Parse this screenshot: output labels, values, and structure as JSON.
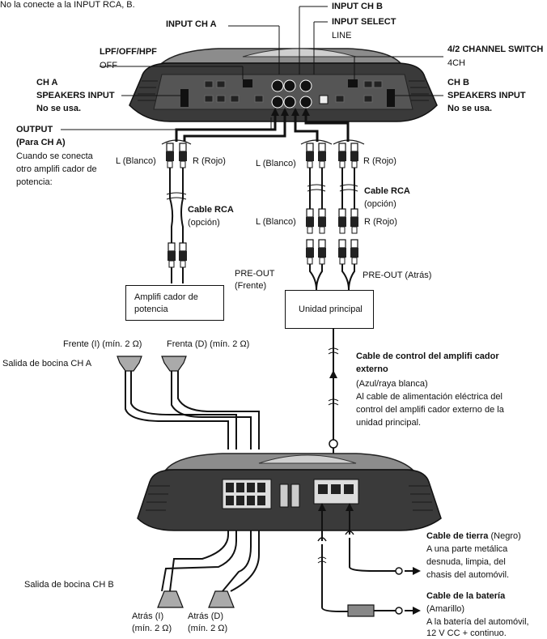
{
  "top_note": "No la conecte a la INPUT RCA, B.",
  "labels": {
    "input_ch_a": "INPUT CH A",
    "input_ch_b": "INPUT CH B",
    "input_select": "INPUT SELECT",
    "input_select_value": "LINE",
    "lpf": "LPF/OFF/HPF",
    "lpf_value": "OFF",
    "channel_switch": "4/2 CHANNEL SWITCH",
    "channel_switch_value": "4CH",
    "ch_a": "CH A",
    "speakers_input_a": "SPEAKERS INPUT",
    "no_se_usa_a": "No se usa.",
    "ch_b": "CH B",
    "speakers_input_b": "SPEAKERS INPUT",
    "no_se_usa_b": "No se usa.",
    "output": "OUTPUT",
    "para_ch_a": "(Para CH A)",
    "cuando_1": "Cuando se conecta",
    "cuando_2": "otro amplifi cador de",
    "cuando_3": "potencia:",
    "l_blanco_1": "L (Blanco)",
    "r_rojo_1": "R (Rojo)",
    "l_blanco_2": "L (Blanco)",
    "r_rojo_2": "R (Rojo)",
    "l_blanco_3": "L (Blanco)",
    "r_rojo_3": "R (Rojo)",
    "cable_rca_1": "Cable RCA",
    "opcion_1": "(opción)",
    "cable_rca_2": "Cable RCA",
    "opcion_2": "(opción)",
    "pre_out_1": "PRE-OUT",
    "frente": "(Frente)",
    "pre_out_atras": "PRE-OUT (Atrás)",
    "amp_box_1": "Amplifi cador de",
    "amp_box_2": "potencia",
    "unidad_principal": "Unidad principal",
    "frente_i": "Frente (I) (mín. 2 Ω)",
    "frente_d": "Frenta (D) (mín. 2 Ω)",
    "salida_a": "Salida de bocina CH A",
    "salida_b": "Salida de bocina CH B",
    "cable_control_1": "Cable de control del amplifi cador",
    "cable_control_2": "externo",
    "azul": "(Azul/raya blanca)",
    "ctrl_desc_1": "Al cable de alimentación eléctrica del",
    "ctrl_desc_2": "control del amplifi cador externo de la",
    "ctrl_desc_3": "unidad principal.",
    "tierra_title": "Cable de tierra",
    "tierra_color": " (Negro)",
    "tierra_1": "A una parte metálica",
    "tierra_2": "desnuda, limpia, del",
    "tierra_3": "chasis del automóvil.",
    "bateria_title": "Cable de la batería",
    "amarillo": "(Amarillo)",
    "bateria_1": "A la batería del automóvil,",
    "bateria_2": "12 V CC + continuo.",
    "atras_i_1": "Atrás (I)",
    "atras_i_2": "(mín. 2 Ω)",
    "atras_d_1": "Atrás (D)",
    "atras_d_2": "(mín. 2 Ω)"
  },
  "colors": {
    "ink": "#111111",
    "amp_body": "#3a3a3a",
    "amp_top": "#9a9a9a"
  }
}
